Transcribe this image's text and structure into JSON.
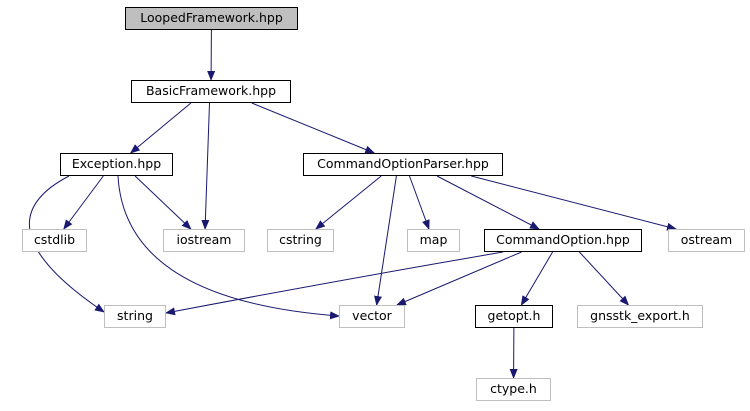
{
  "graph": {
    "edge_color": "#191970",
    "nodes": [
      {
        "id": "looped",
        "label": "LoopedFramework.hpp",
        "style": "current"
      },
      {
        "id": "basic",
        "label": "BasicFramework.hpp",
        "style": "documented"
      },
      {
        "id": "exception",
        "label": "Exception.hpp",
        "style": "documented"
      },
      {
        "id": "cop",
        "label": "CommandOptionParser.hpp",
        "style": "documented"
      },
      {
        "id": "cstdlib",
        "label": "cstdlib",
        "style": "external"
      },
      {
        "id": "iostream",
        "label": "iostream",
        "style": "external"
      },
      {
        "id": "cstring",
        "label": "cstring",
        "style": "external"
      },
      {
        "id": "map",
        "label": "map",
        "style": "external"
      },
      {
        "id": "co",
        "label": "CommandOption.hpp",
        "style": "documented"
      },
      {
        "id": "ostream",
        "label": "ostream",
        "style": "external"
      },
      {
        "id": "string",
        "label": "string",
        "style": "external"
      },
      {
        "id": "vector",
        "label": "vector",
        "style": "external"
      },
      {
        "id": "getopt",
        "label": "getopt.h",
        "style": "documented"
      },
      {
        "id": "gnsstk",
        "label": "gnsstk_export.h",
        "style": "external"
      },
      {
        "id": "ctype",
        "label": "ctype.h",
        "style": "external"
      }
    ],
    "edges": [
      {
        "from": "looped",
        "to": "basic"
      },
      {
        "from": "basic",
        "to": "exception"
      },
      {
        "from": "basic",
        "to": "iostream"
      },
      {
        "from": "basic",
        "to": "cop"
      },
      {
        "from": "exception",
        "to": "cstdlib"
      },
      {
        "from": "exception",
        "to": "iostream"
      },
      {
        "from": "exception",
        "to": "string"
      },
      {
        "from": "exception",
        "to": "vector"
      },
      {
        "from": "cop",
        "to": "cstring"
      },
      {
        "from": "cop",
        "to": "map"
      },
      {
        "from": "cop",
        "to": "co"
      },
      {
        "from": "cop",
        "to": "ostream"
      },
      {
        "from": "cop",
        "to": "vector"
      },
      {
        "from": "co",
        "to": "string"
      },
      {
        "from": "co",
        "to": "vector"
      },
      {
        "from": "co",
        "to": "getopt"
      },
      {
        "from": "co",
        "to": "gnsstk"
      },
      {
        "from": "getopt",
        "to": "ctype"
      }
    ]
  }
}
